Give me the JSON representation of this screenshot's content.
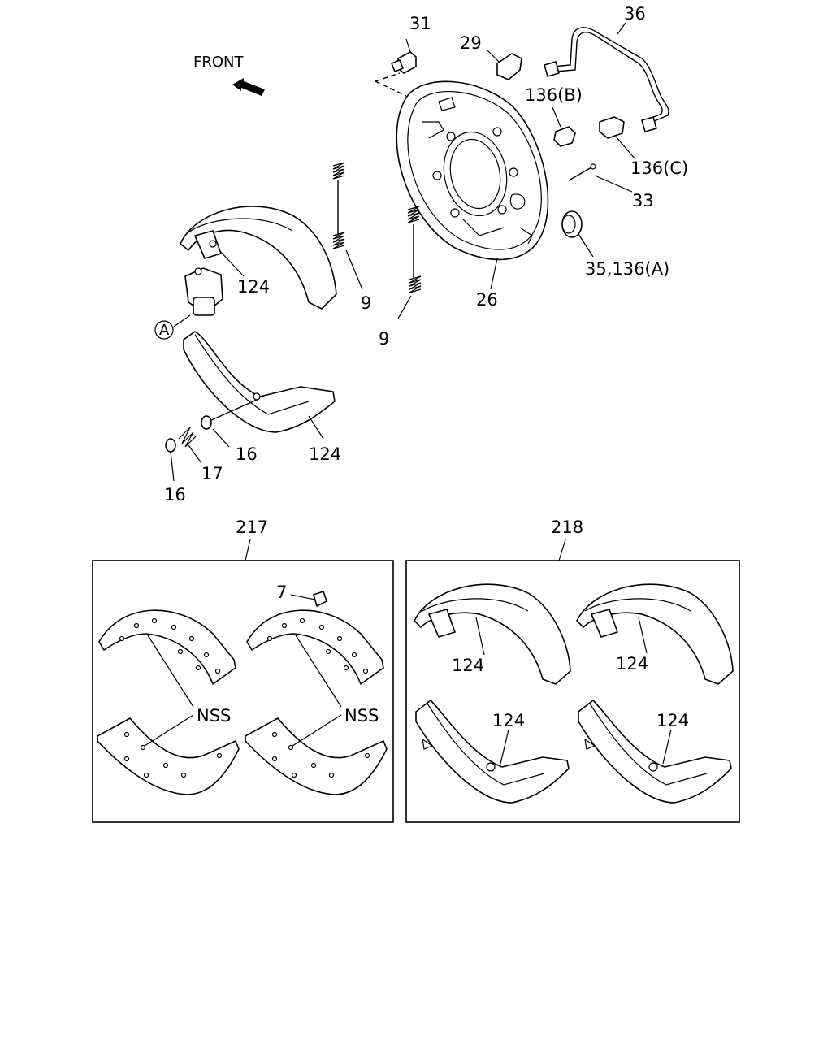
{
  "front_label": "FRONT",
  "callout_a": "A",
  "labels": {
    "l31": "31",
    "l29": "29",
    "l36": "36",
    "l136b": "136(B)",
    "l136c": "136(C)",
    "l33": "33",
    "l35": "35,136(A)",
    "l26": "26",
    "l9a": "9",
    "l9b": "9",
    "l124a": "124",
    "l124b": "124",
    "l16a": "16",
    "l16b": "16",
    "l17": "17",
    "l217": "217",
    "l218": "218",
    "l7": "7",
    "nss1": "NSS",
    "nss2": "NSS",
    "l124c": "124",
    "l124d": "124",
    "l124e": "124",
    "l124f": "124"
  }
}
